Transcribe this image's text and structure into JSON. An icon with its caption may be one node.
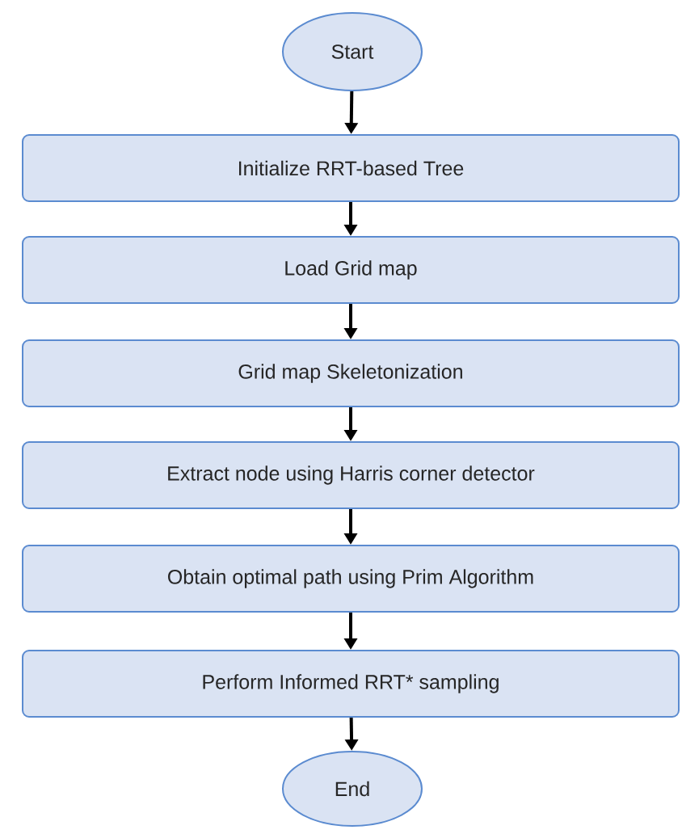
{
  "diagram": {
    "nodes": [
      {
        "text": [
          "Start"
        ]
      },
      {
        "text": [
          "Initialize RRT-based Tree"
        ]
      },
      {
        "text": [
          "Load Grid map"
        ]
      },
      {
        "text": [
          "Grid map Skeletonization"
        ]
      },
      {
        "text": [
          "Extract node using Harris corner detector"
        ]
      },
      {
        "text": [
          "Obtain optimal path using Prim Algorithm"
        ]
      },
      {
        "text": [
          "Perform Informed RRT* sampling"
        ]
      },
      {
        "text": [
          "End"
        ]
      }
    ],
    "edges": [
      {
        "from": 0,
        "to": 1,
        "arrow": "to"
      },
      {
        "from": 1,
        "to": 2,
        "arrow": "to"
      },
      {
        "from": 2,
        "to": 3,
        "arrow": "to"
      },
      {
        "from": 3,
        "to": 4,
        "arrow": "to"
      },
      {
        "from": 4,
        "to": 5,
        "arrow": "to"
      },
      {
        "from": 5,
        "to": 6,
        "arrow": "to"
      },
      {
        "from": 6,
        "to": 7,
        "arrow": "to"
      }
    ]
  }
}
